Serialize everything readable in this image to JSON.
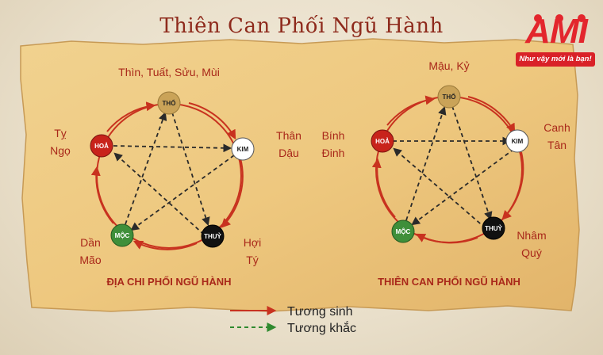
{
  "title": "Thiên Can Phối Ngũ Hành",
  "logo": {
    "word": "AMI",
    "tagline": "Như vậy mới là bạn!"
  },
  "left_diagram": {
    "caption": "ĐỊA CHI PHỐI NGŨ HÀNH",
    "nodes": {
      "tho": "THỔ",
      "hoa": "HOẢ",
      "kim": "KIM",
      "thuy": "THUỶ",
      "moc": "MỘC"
    },
    "labels": {
      "tho": "Thìn, Tuất, Sửu, Mùi",
      "hoa_1": "Tỵ",
      "hoa_2": "Ngọ",
      "kim_1": "Thân",
      "kim_2": "Dậu",
      "thuy_1": "Hợi",
      "thuy_2": "Tý",
      "moc_1": "Dần",
      "moc_2": "Mão"
    }
  },
  "right_diagram": {
    "caption": "THIÊN CAN PHỐI NGŨ HÀNH",
    "nodes": {
      "tho": "THỔ",
      "hoa": "HOẢ",
      "kim": "KIM",
      "thuy": "THUỶ",
      "moc": "MỘC"
    },
    "labels": {
      "tho": "Mậu, Kỷ",
      "hoa_1": "Bính",
      "hoa_2": "Đinh",
      "kim_1": "Canh",
      "kim_2": "Tân",
      "thuy_1": "Nhâm",
      "thuy_2": "Quý"
    }
  },
  "legend": {
    "sinh": "Tương sinh",
    "khac": "Tương khắc"
  },
  "colors": {
    "tho": "#caa358",
    "hoa": "#c8231b",
    "kim": "#ffffff",
    "thuy": "#111111",
    "moc": "#3f8f3a",
    "cycle": "#c8321f",
    "accent": "#a9281a",
    "khac": "#2f8a2f"
  }
}
